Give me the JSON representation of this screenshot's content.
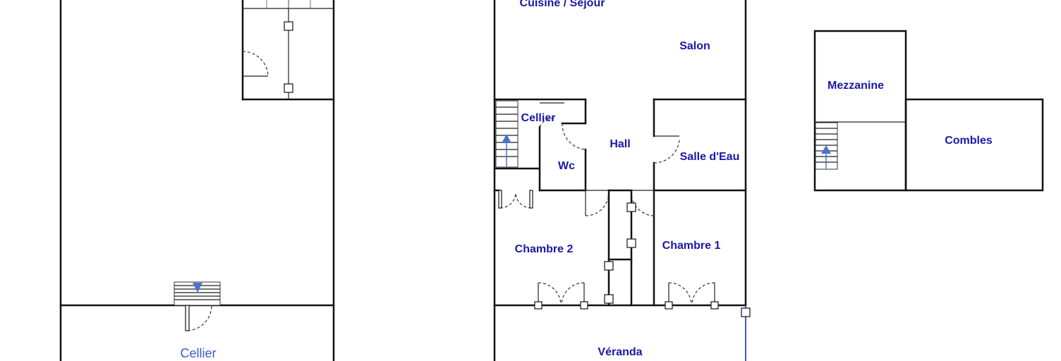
{
  "colors": {
    "wall": "#111111",
    "label": "#1a17a8",
    "label_light": "#3d59c9",
    "stair_arrow": "#4a74c9",
    "background": "#ffffff"
  },
  "rooms": {
    "cellier_basement": "Cellier",
    "cuisine_sejour": "Cuisine / Séjour",
    "salon": "Salon",
    "cellier": "Cellier",
    "hall": "Hall",
    "wc": "Wc",
    "salle_eau": "Salle d'Eau",
    "chambre_2": "Chambre 2",
    "chambre_1": "Chambre 1",
    "veranda": "Véranda",
    "mezzanine": "Mezzanine",
    "combles": "Combles"
  },
  "icons": {
    "stairs": "stairs-icon",
    "door": "door-swing-icon",
    "window": "window-icon"
  }
}
